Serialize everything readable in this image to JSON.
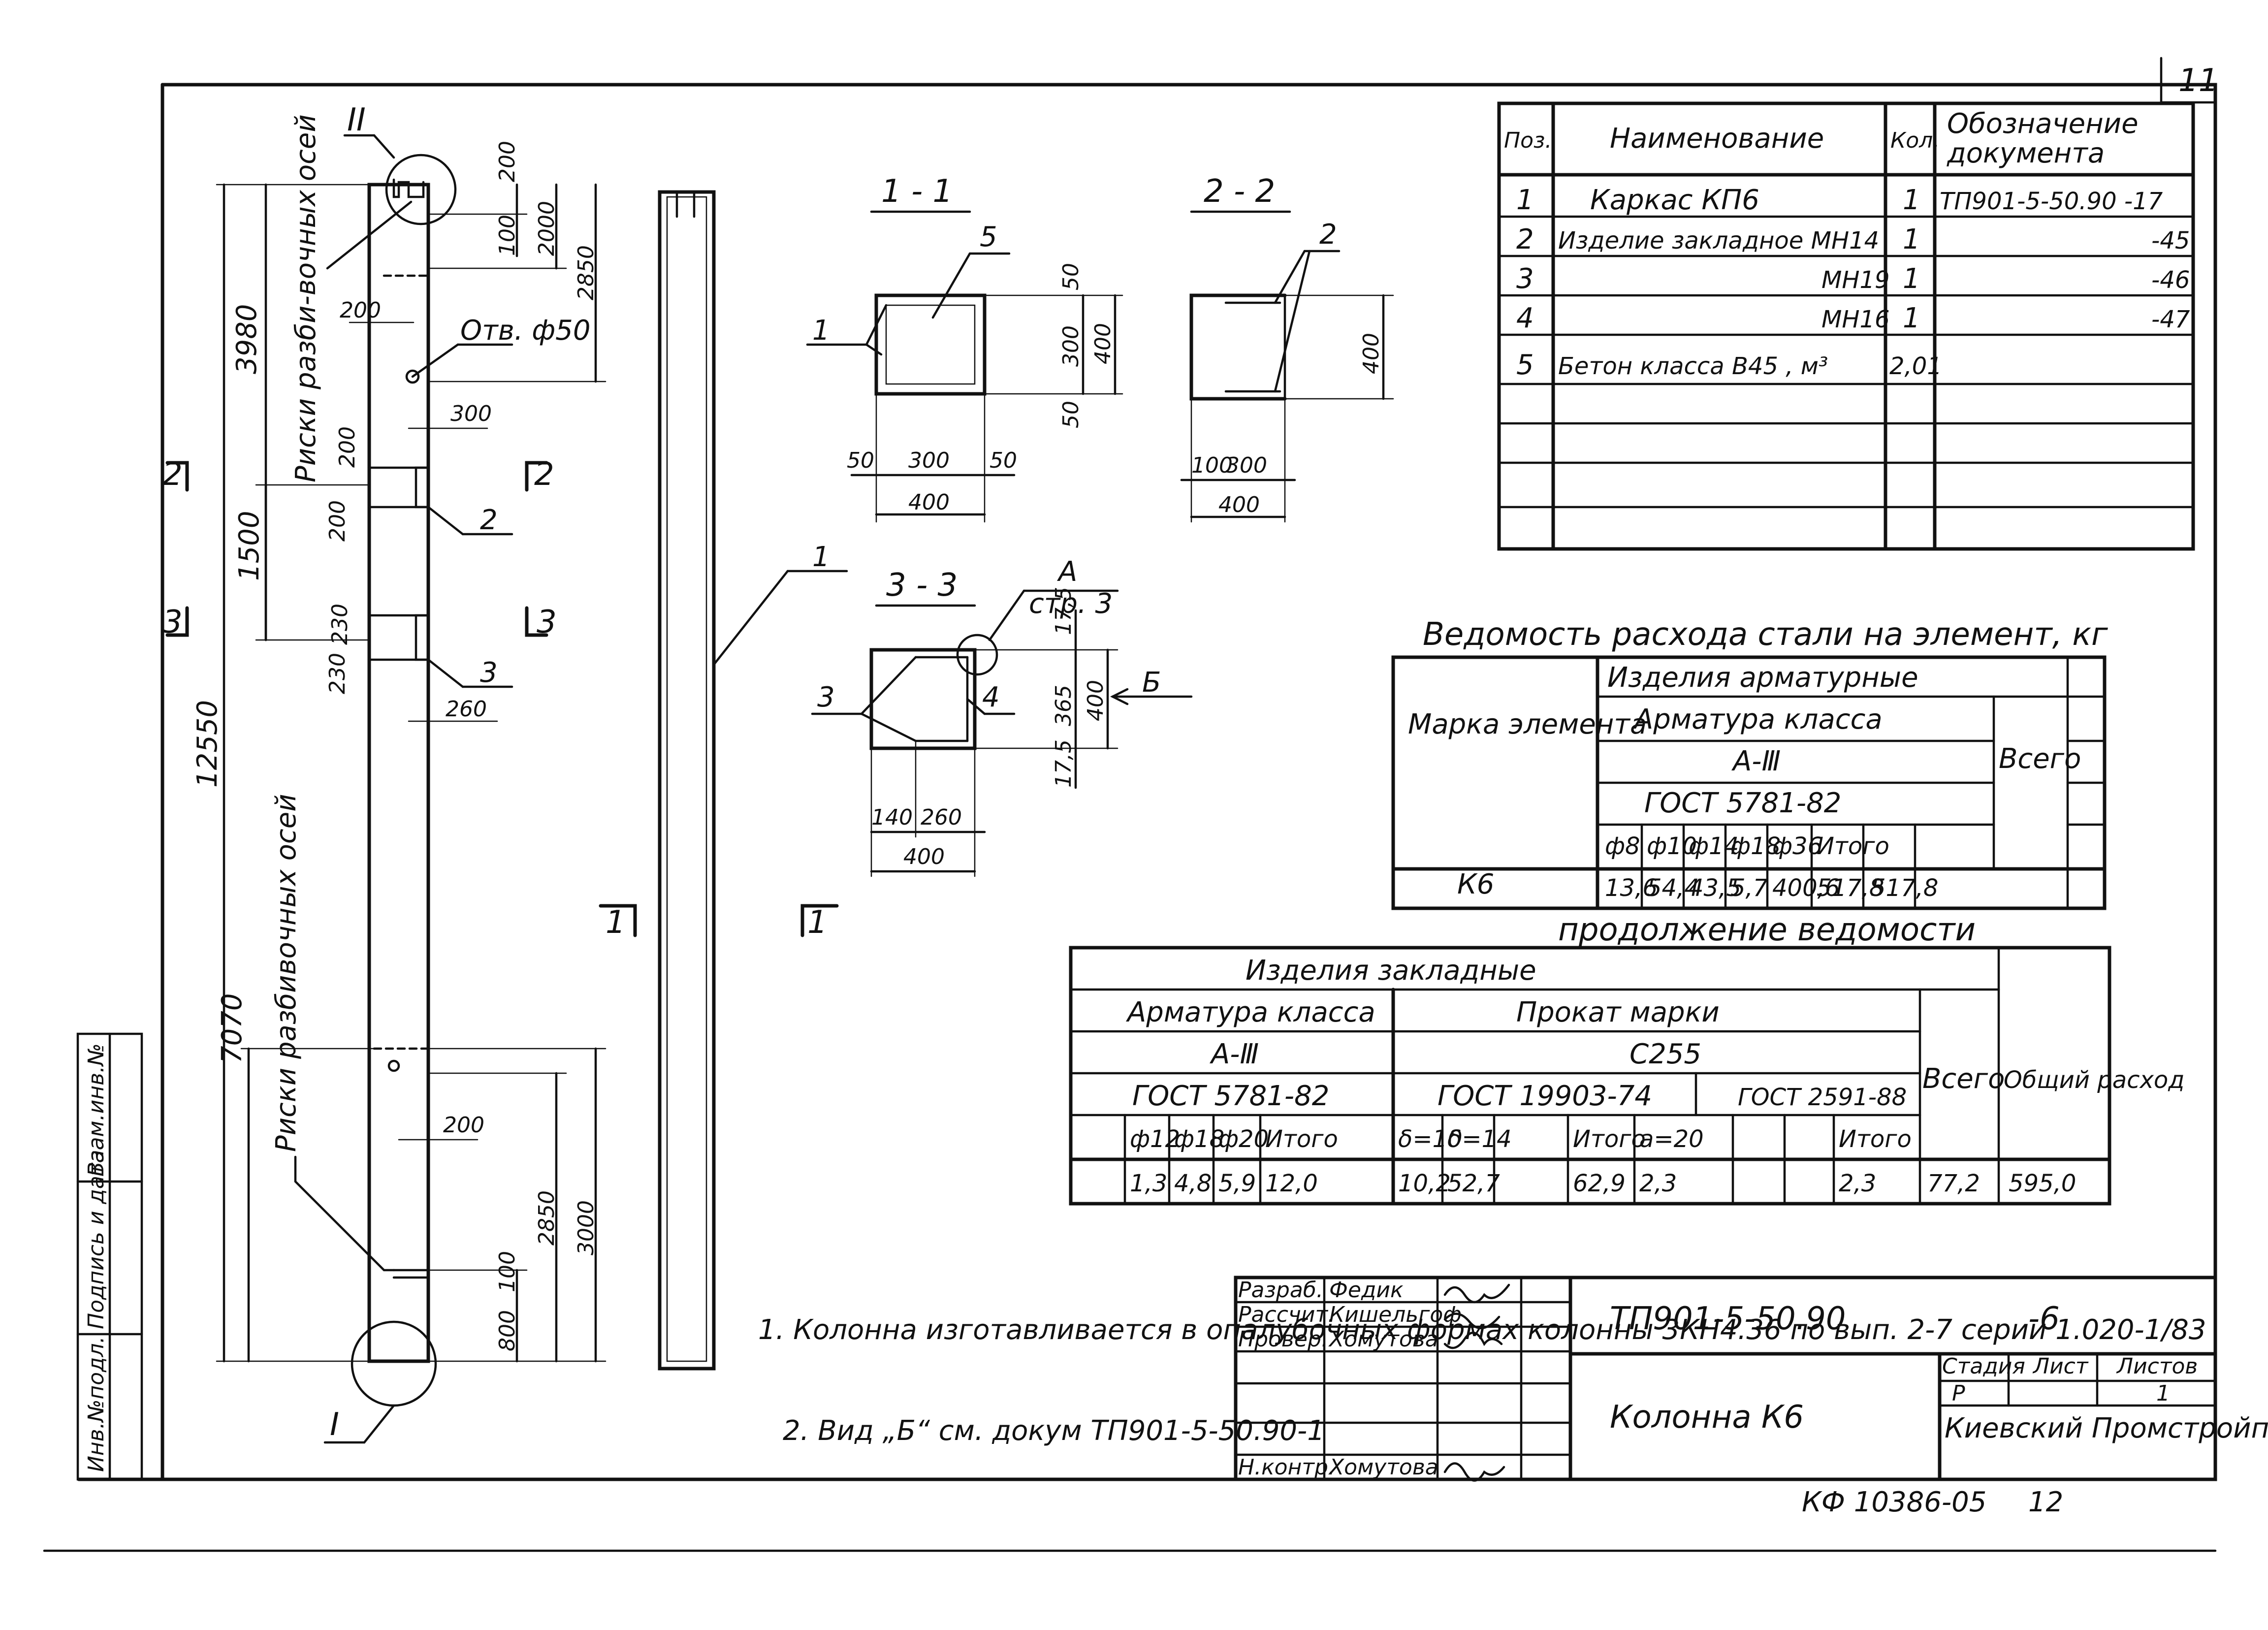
{
  "sheet_number": "11",
  "bottom_code": "КФ 10386-05",
  "bottom_page": "12",
  "side_stamp": {
    "c1": "Инв.№подл.",
    "c2": "Подпись и дата",
    "c3": "Взам.инв.№"
  },
  "spec_table": {
    "headers": {
      "pos": "Поз.",
      "name": "Наименование",
      "qty": "Кол.",
      "doc1": "Обозначение",
      "doc2": "документа"
    },
    "rows": [
      {
        "pos": "1",
        "name": "Каркас  КП6",
        "qty": "1",
        "doc": "ТП901-5-50.90  -17"
      },
      {
        "pos": "2",
        "name": "Изделие закладное МН14",
        "qty": "1",
        "doc": "-45"
      },
      {
        "pos": "3",
        "name": "МН19",
        "qty": "1",
        "doc": "-46"
      },
      {
        "pos": "4",
        "name": "МН16",
        "qty": "1",
        "doc": "-47"
      },
      {
        "pos": "5",
        "name": "Бетон  класса В45 , м³",
        "qty": "2,01",
        "doc": ""
      }
    ]
  },
  "steel_table": {
    "title": "Ведомость  расхода  стали  на  элемент, кг",
    "mark_header": "Марка элемента",
    "h_products": "Изделия    арматурные",
    "h_rebar_class": "Арматура  класса",
    "h_class": "А-Ⅲ",
    "h_gost": "ГОСТ 5781-82",
    "h_total": "Всего",
    "sub_headers": [
      "ф8",
      "ф10",
      "ф14",
      "ф18",
      "ф36",
      "Итого"
    ],
    "mark": "К6",
    "values": [
      "13,6",
      "54,4",
      "43,5",
      "5,7",
      "400,6",
      "517,8"
    ],
    "total": "517,8"
  },
  "steel_table2": {
    "title": "продолжение    ведомости",
    "h_embedded": "Изделия    закладные",
    "h_rebar_class": "Арматура  класса",
    "h_class": "А-Ⅲ",
    "h_gost": "ГОСТ 5781-82",
    "h_rolled": "Прокат     марки",
    "h_grade": "С255",
    "h_gost2": "ГОСТ 19903-74",
    "h_gost3": "ГОСТ 2591-88",
    "h_total": "Всего",
    "h_overall": "Общий расход",
    "sub_headers": [
      "ф12",
      "ф18",
      "ф20",
      "Итого",
      "δ=10",
      "δ=14",
      "",
      "Итого",
      "а=20",
      "",
      "",
      "Итого"
    ],
    "values": [
      "1,3",
      "4,8",
      "5,9",
      "12,0",
      "10,2",
      "52,7",
      "",
      "62,9",
      "2,3",
      "",
      "",
      "2,3"
    ],
    "total": "77,2",
    "overall": "595,0"
  },
  "drawing": {
    "callout_I": "I",
    "callout_II": "II",
    "section_1": "1",
    "section_2": "2",
    "section_3": "3",
    "label_hole": "Отв. ф50",
    "label_marks": "Риски разби-вочных осей",
    "label_marks2": "Риски  разбивочных  осей",
    "dims_left": [
      "3980",
      "1500",
      "12550",
      "7070"
    ],
    "dims_top": [
      "200",
      "2000",
      "100",
      "2850",
      "200",
      "300",
      "200",
      "200",
      "230",
      "230",
      "260"
    ],
    "dims_bottom": [
      "200",
      "2850",
      "3000",
      "100",
      "800"
    ],
    "pos_labels": [
      "1",
      "2",
      "3",
      "4",
      "5"
    ]
  },
  "sections": {
    "s11": "1 - 1",
    "s22": "2 - 2",
    "s33": "3 - 3",
    "d11": [
      "300",
      "50",
      "50",
      "400",
      "50",
      "300",
      "50",
      "400"
    ],
    "d22": [
      "400",
      "100",
      "300",
      "400"
    ],
    "d33": [
      "17,5",
      "365",
      "400",
      "17,5",
      "140",
      "260",
      "400"
    ],
    "detail_A": "А",
    "detail_A_ref": "стр. 3",
    "view_B": "Б"
  },
  "notes": {
    "n1": "1. Колонна  изготавливается  в опалубочных  формах  колонны 3КН4.36  по  вып.  2-7  серии 1.020-1/83",
    "n2": "2. Вид „Б“ см. докум  ТП901-5-50.90-1"
  },
  "title_block": {
    "doc_code": "ТП901-5-50.90",
    "doc_suffix": "-6",
    "roles": [
      "Разраб.",
      "Рассчит.",
      "Провер.",
      "",
      "",
      "Н.контр."
    ],
    "names": [
      "Федик",
      "Кишельгоф",
      "Хомутова",
      "",
      "",
      "Хомутова"
    ],
    "object": "Колонна  К6",
    "stage_h": "Стадия",
    "sheet_h": "Лист",
    "sheets_h": "Листов",
    "stage": "Р",
    "sheets": "1",
    "org": "Киевский Промстройпроект"
  }
}
